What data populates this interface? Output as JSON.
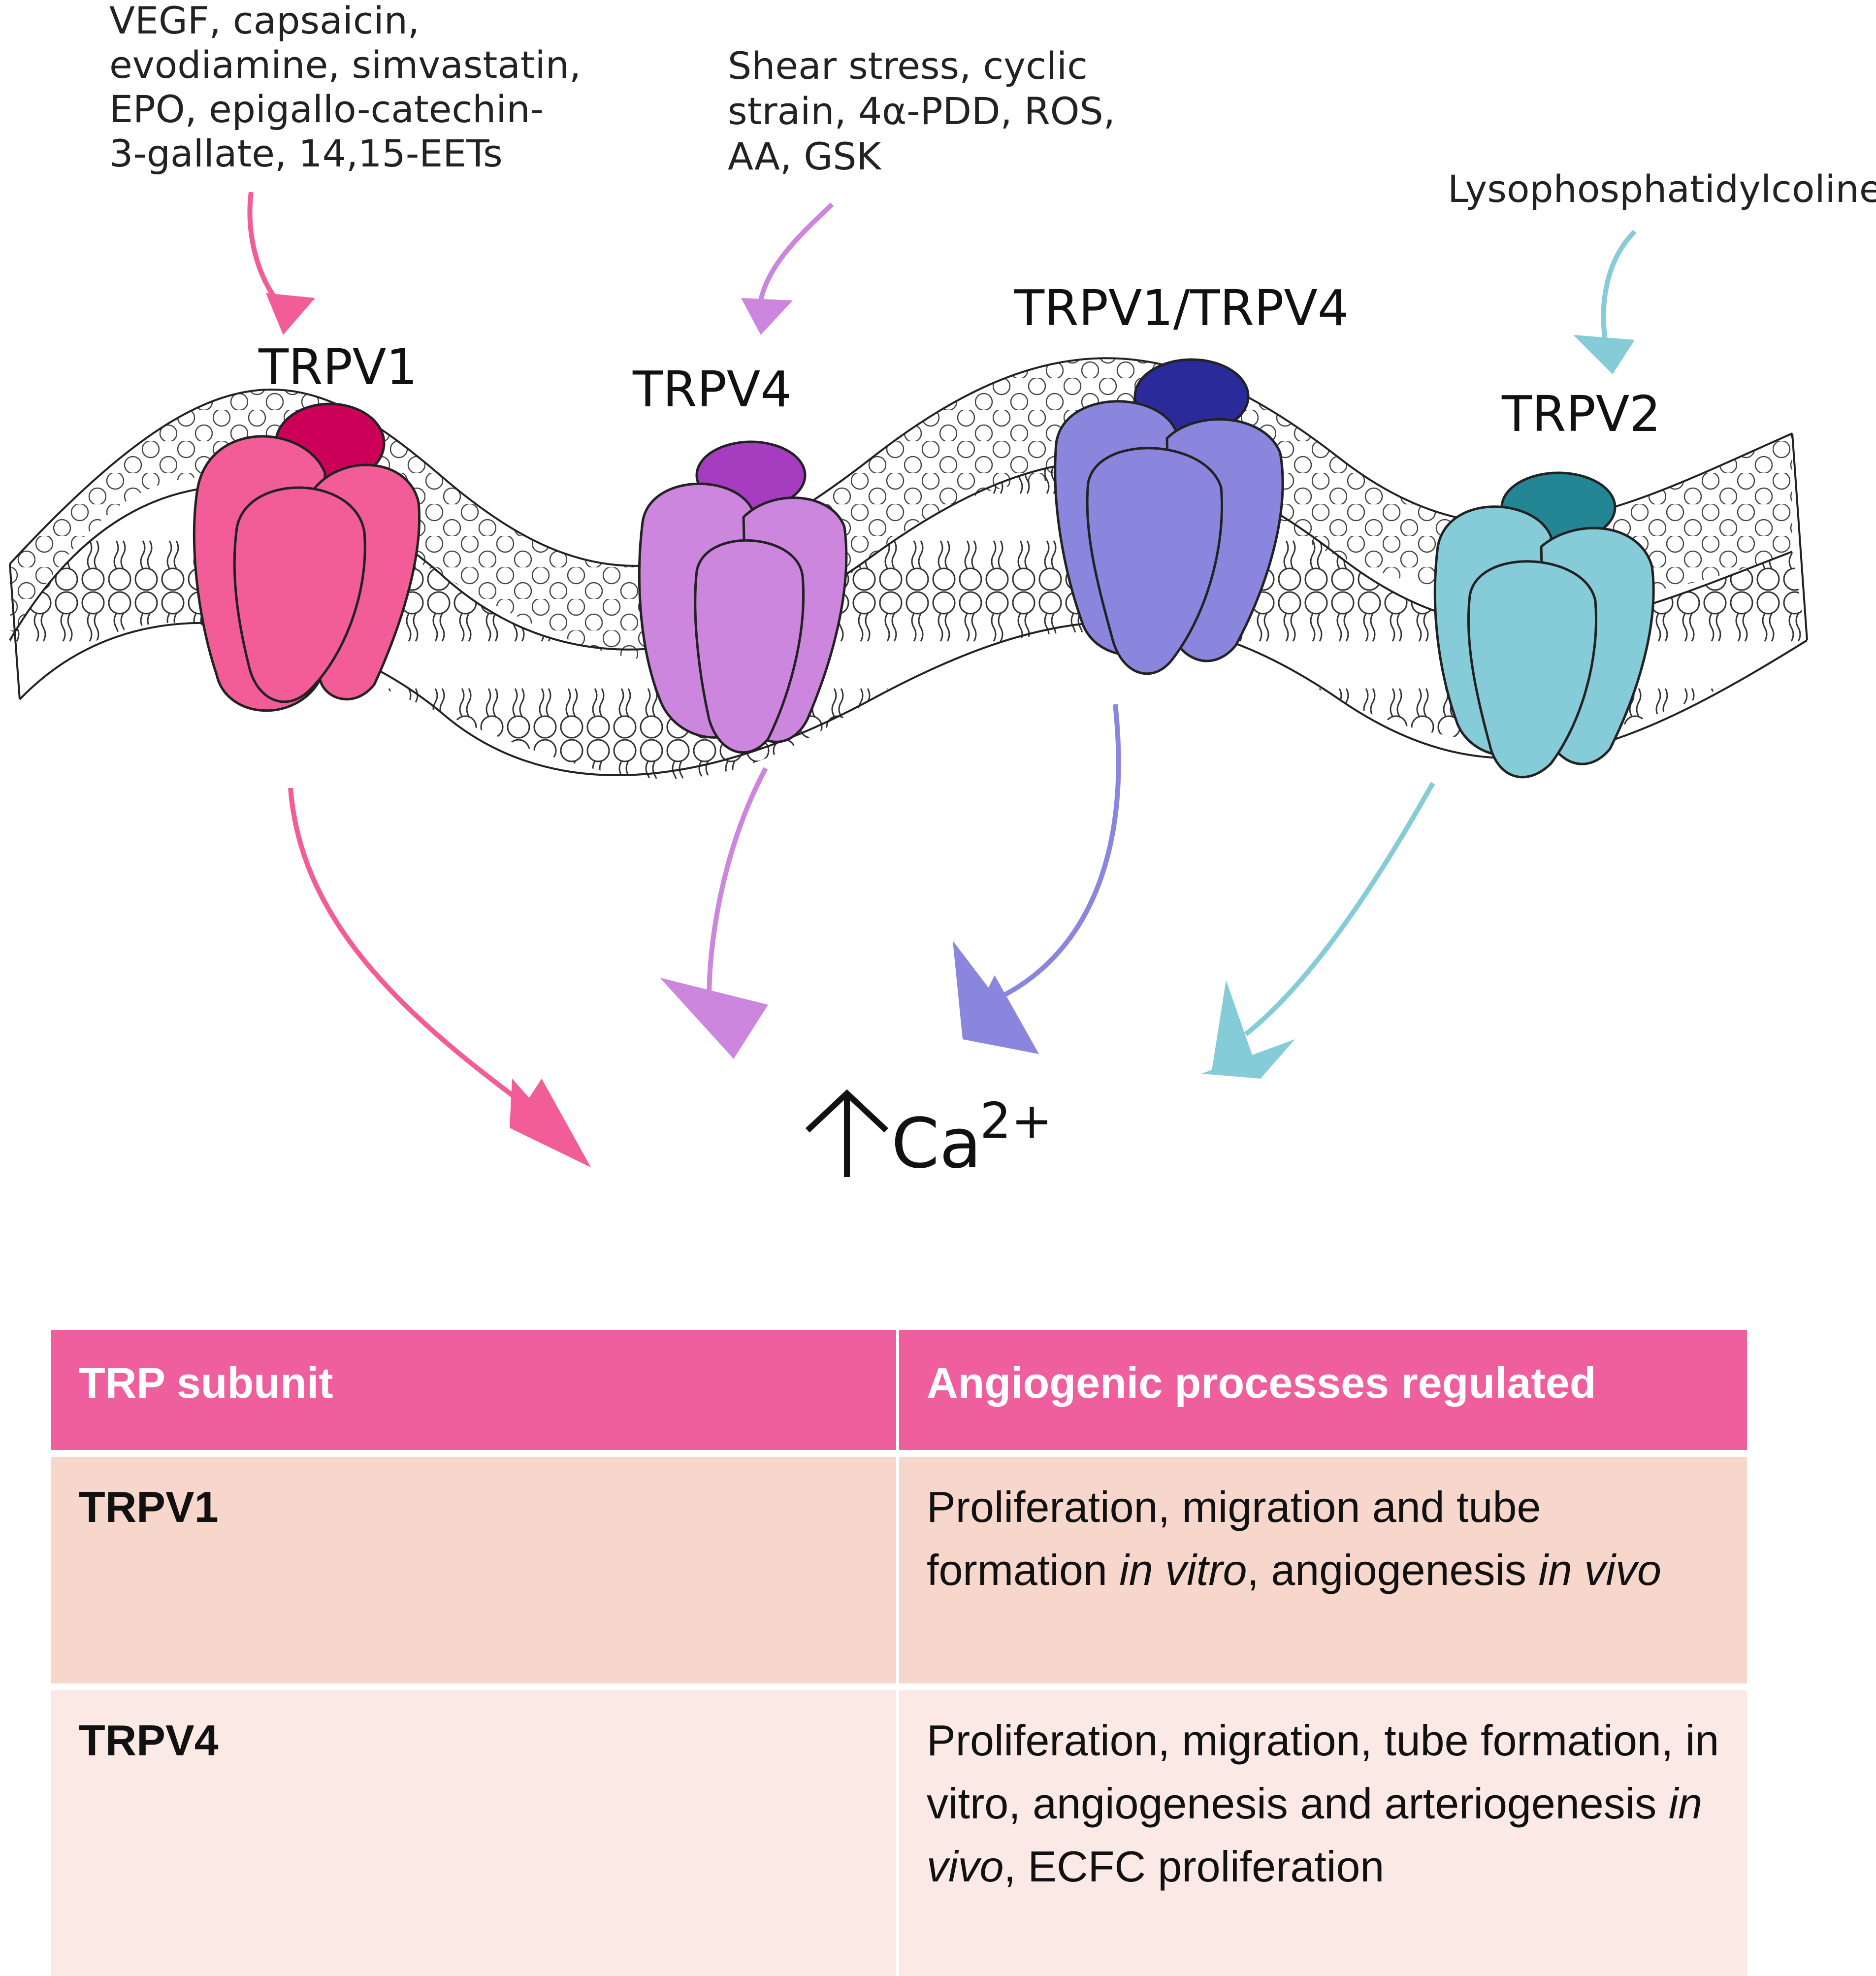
{
  "stimuli": {
    "trpv1": [
      "VEGF, capsaicin,",
      "evodiamine, simvastatin,",
      "EPO, epigallo-catechin-",
      "3-gallate, 14,15-EETs"
    ],
    "trpv4": [
      "Shear stress, cyclic",
      "strain, 4α-PDD, ROS,",
      "AA, GSK"
    ],
    "trpv2": [
      "Lysophosphatidylcoline"
    ]
  },
  "channels": {
    "trpv1": "TRPV1",
    "trpv4": "TRPV4",
    "trpv1_trpv4": "TRPV1/TRPV4",
    "trpv2": "TRPV2"
  },
  "outcome": {
    "arrow": "↑",
    "ion": "Ca",
    "charge": "2+"
  },
  "colors": {
    "trpv1": "#f25c97",
    "trpv1_cap": "#cc0058",
    "trpv4": "#cc86dd",
    "trpv4_cap": "#a63dc0",
    "trpv1_trpv4": "#8a86dd",
    "trpv1_trpv4_cap": "#2b2a9a",
    "trpv2": "#86ccd8",
    "trpv2_cap": "#248594",
    "table_header": "#ef5f9e",
    "table_row1": "#f7d6cc",
    "table_row2": "#fbe9e6"
  },
  "table": {
    "headers": [
      "TRP  subunit",
      "Angiogenic processes regulated"
    ],
    "rows": [
      {
        "subunit": "TRPV1",
        "parts": [
          {
            "text": "Proliferation, migration and tube formation ",
            "italic": false
          },
          {
            "text": "in vitro",
            "italic": true
          },
          {
            "text": ", angiogenesis ",
            "italic": false
          },
          {
            "text": "in vivo",
            "italic": true
          }
        ]
      },
      {
        "subunit": "TRPV4",
        "parts": [
          {
            "text": "Proliferation, migration, tube formation, in vitro, angiogenesis and arteriogenesis ",
            "italic": false
          },
          {
            "text": "in vivo",
            "italic": true
          },
          {
            "text": ", ECFC proliferation",
            "italic": false
          }
        ]
      }
    ]
  }
}
